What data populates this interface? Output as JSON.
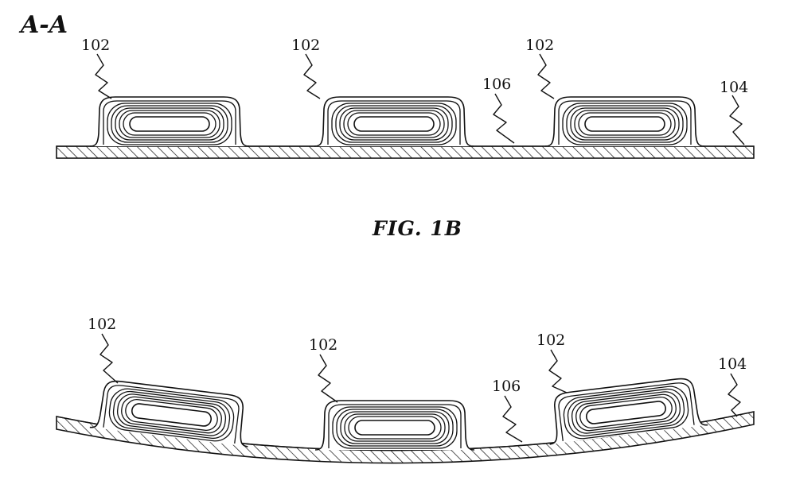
{
  "section_label": "A-A",
  "figure_caption": "FIG. 1B",
  "upper_view": {
    "labels": {
      "cell_1": "102",
      "cell_2": "102",
      "cell_3": "102",
      "gap": "106",
      "substrate": "104"
    }
  },
  "lower_view": {
    "labels": {
      "cell_1": "102",
      "cell_2": "102",
      "cell_3": "102",
      "gap": "106",
      "substrate": "104"
    }
  }
}
